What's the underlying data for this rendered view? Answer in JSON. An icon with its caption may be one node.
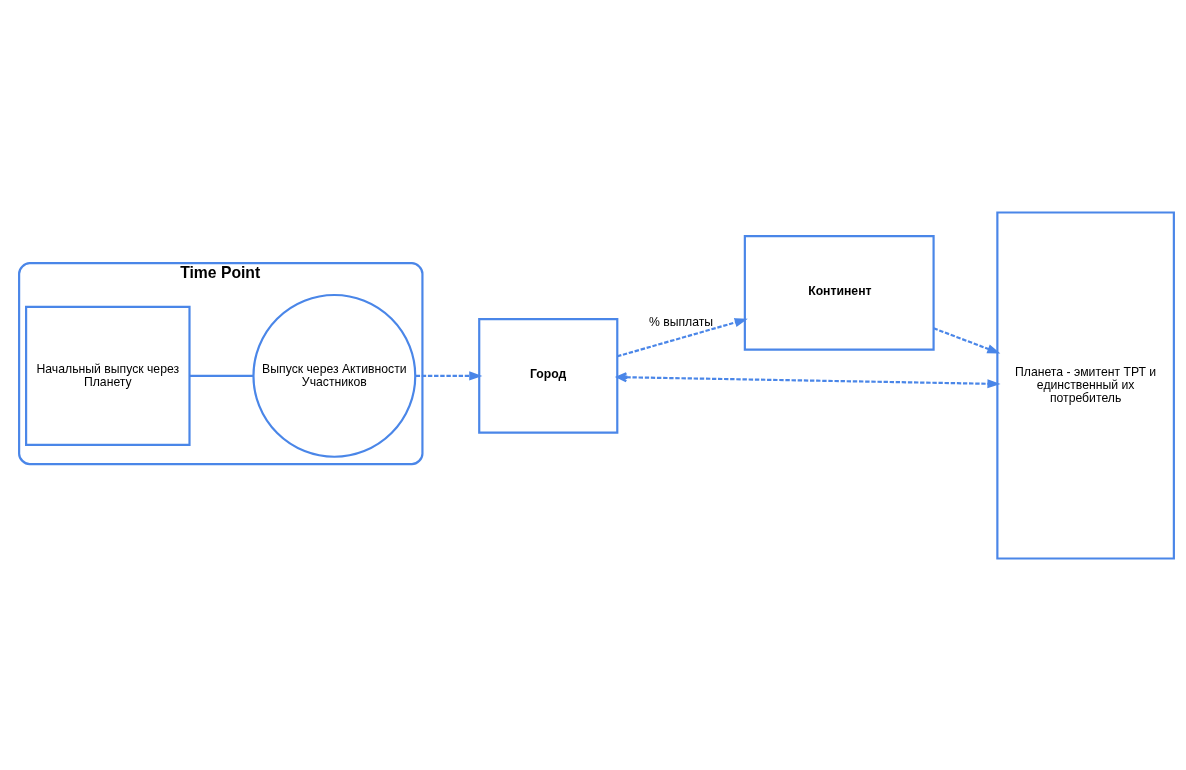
{
  "diagram": {
    "nodes": [
      {
        "text": [
          "Time Point"
        ]
      },
      {
        "text": [
          "Начальный выпуск через Планету"
        ],
        "in": 0
      },
      {
        "text": [
          "Выпуск через Активности Участников"
        ],
        "in": 0
      },
      {
        "text": [
          "Город"
        ]
      },
      {
        "text": [
          "Континент"
        ]
      },
      {
        "text": [
          "Планета - эмитент ТРТ и единственный их потребитель"
        ]
      }
    ],
    "edges": [
      {
        "from": 1,
        "to": 2,
        "arrow": "none"
      },
      {
        "from": 2,
        "to": 3,
        "arrow": "to",
        "style": "dashed"
      },
      {
        "from": 3,
        "to": 5,
        "arrow": "both",
        "style": "dashed"
      },
      {
        "from": 3,
        "to": 4,
        "arrow": "to",
        "style": "dashed",
        "label": "% выплаты"
      },
      {
        "from": 4,
        "to": 5,
        "arrow": "to",
        "style": "dashed"
      }
    ]
  }
}
